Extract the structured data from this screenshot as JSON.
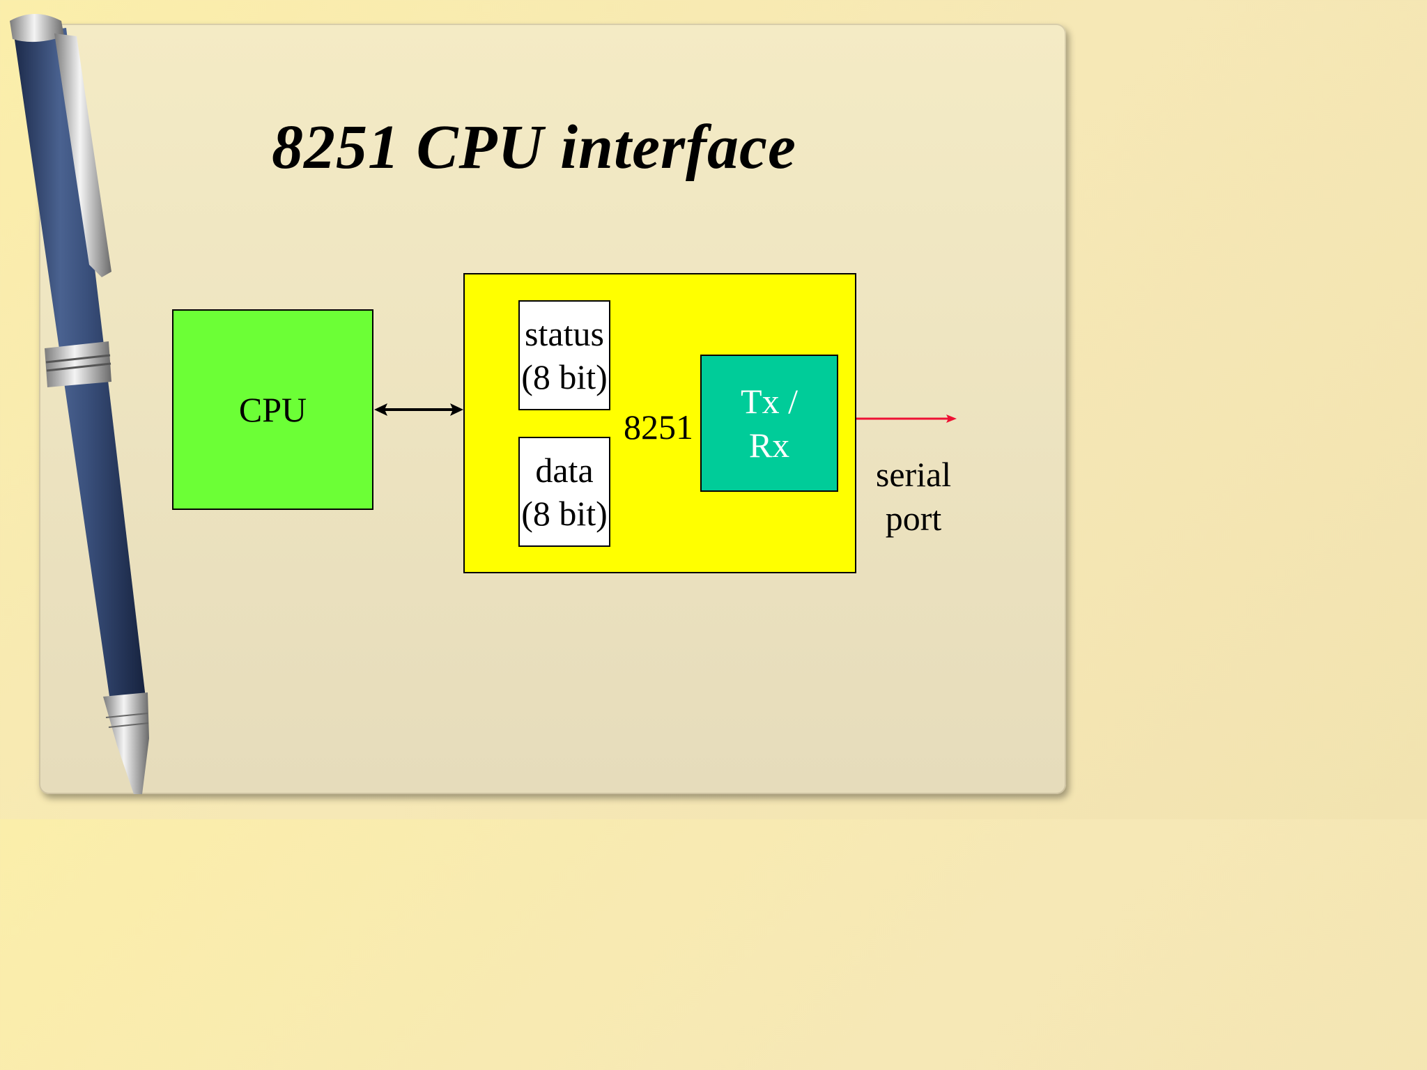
{
  "slide": {
    "title": "8251 CPU interface"
  },
  "diagram": {
    "cpu": {
      "label": "CPU"
    },
    "chip": {
      "label": "8251"
    },
    "status_register": {
      "line1": "status",
      "line2": "(8 bit)"
    },
    "data_register": {
      "line1": "data",
      "line2": "(8 bit)"
    },
    "txrx": {
      "line1": "Tx /",
      "line2": "Rx"
    },
    "serial_port": {
      "line1": "serial",
      "line2": "port"
    }
  },
  "colors": {
    "cpu_fill": "#6cff36",
    "chip_fill": "#ffff00",
    "txrx_fill": "#00cc99",
    "serial_arrow": "#ee1133"
  },
  "icons": {
    "decoration": "fountain-pen"
  }
}
